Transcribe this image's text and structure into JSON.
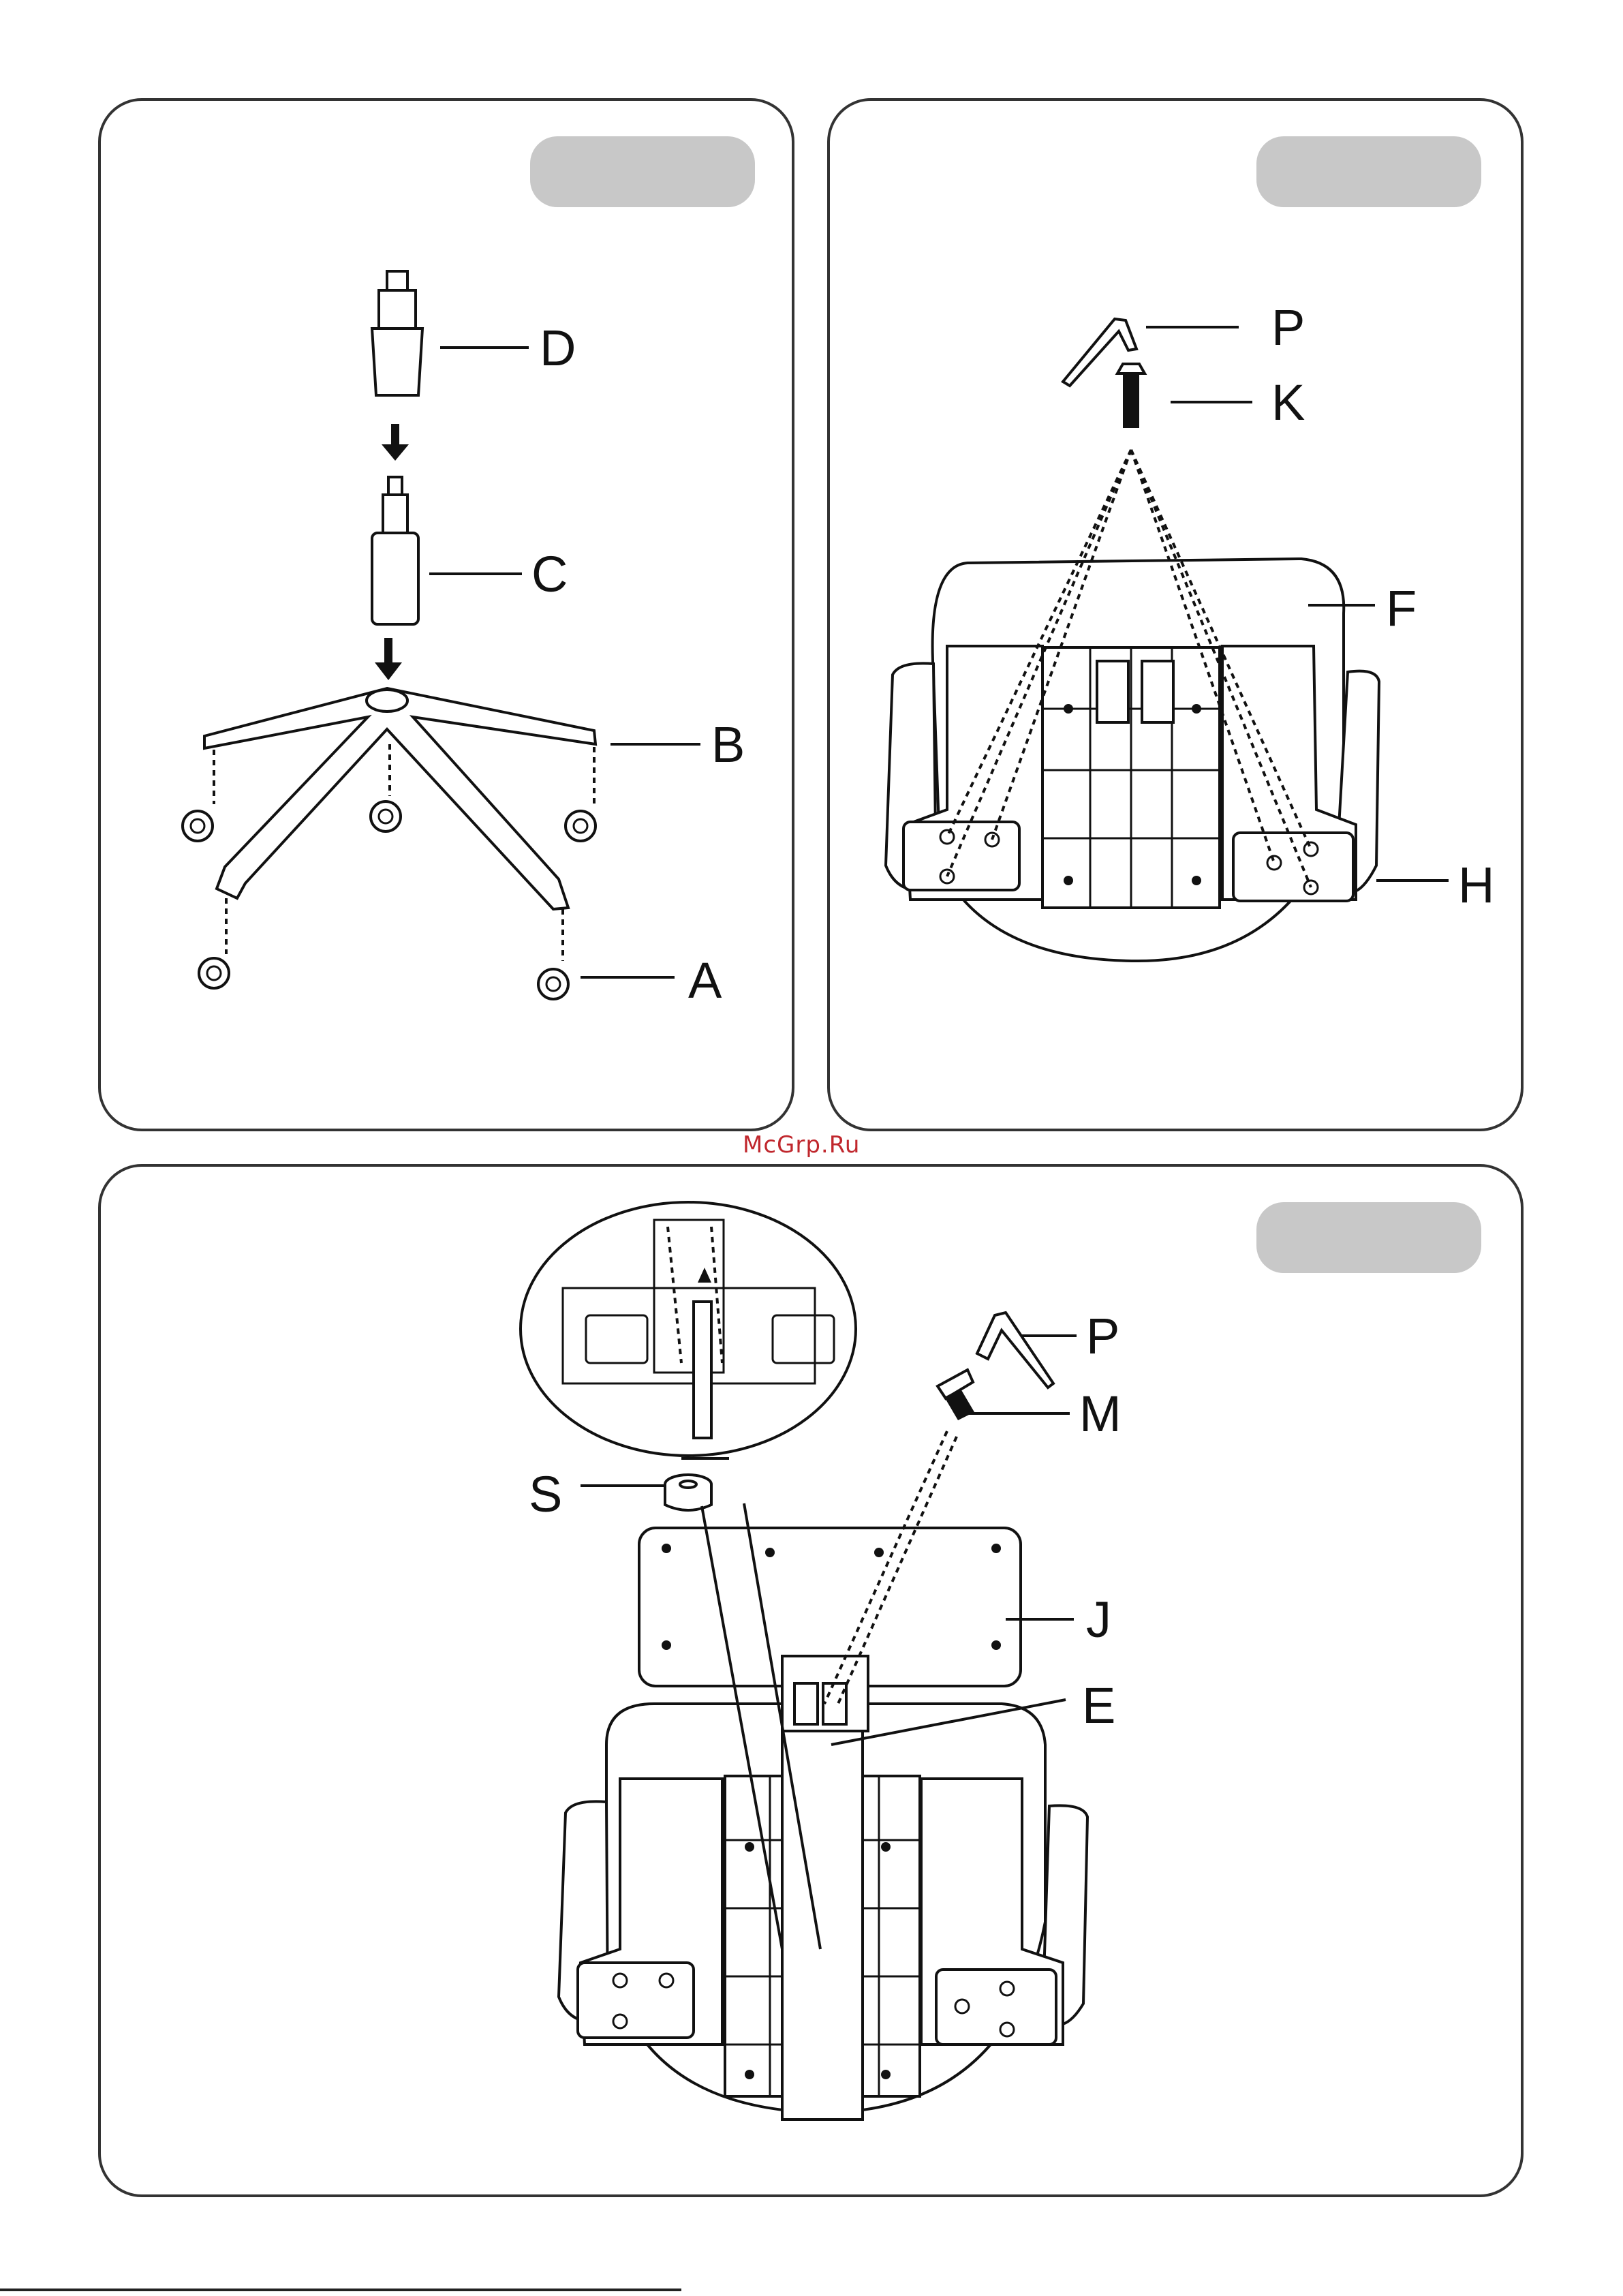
{
  "watermark": "McGrp.Ru",
  "panels": [
    {
      "labels": {
        "D": "D",
        "C": "C",
        "B": "B",
        "A": "A"
      }
    },
    {
      "labels": {
        "P": "P",
        "K": "K",
        "F": "F",
        "H": "H"
      }
    },
    {
      "labels": {
        "P": "P",
        "M": "M",
        "S": "S",
        "J": "J",
        "E": "E"
      }
    }
  ]
}
